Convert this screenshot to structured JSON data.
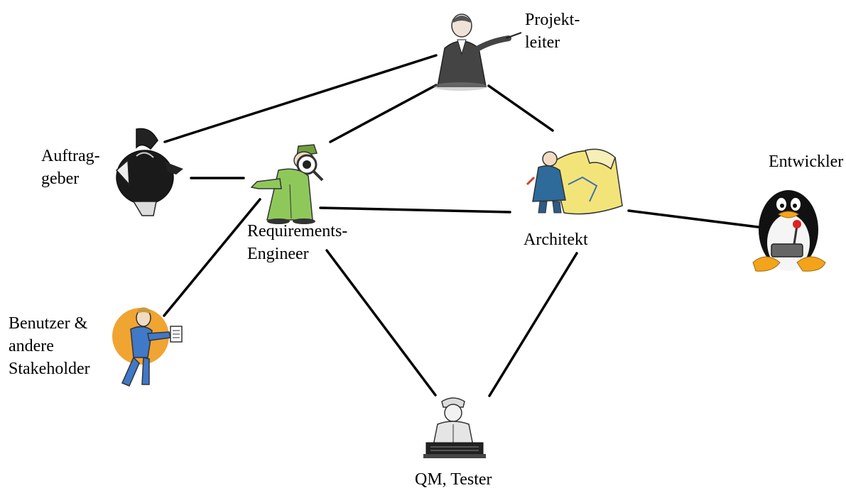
{
  "nodes": {
    "projektleiter": {
      "label_line1": "Projekt-",
      "label_line2": "leiter",
      "icon": "presenter-icon"
    },
    "auftraggeber": {
      "label_line1": "Auftrag-",
      "label_line2": "geber",
      "icon": "client-icon"
    },
    "requirements_engineer": {
      "label_line1": "Requirements-",
      "label_line2": "Engineer",
      "icon": "detective-magnifier-icon"
    },
    "architekt": {
      "label": "Architekt",
      "icon": "architect-blueprint-icon"
    },
    "entwickler": {
      "label": "Entwickler",
      "icon": "penguin-joystick-icon"
    },
    "benutzer": {
      "label_line1": "Benutzer &",
      "label_line2": "andere",
      "label_line3": "Stakeholder",
      "icon": "user-presenting-icon"
    },
    "qm_tester": {
      "label": "QM, Tester",
      "icon": "tester-console-icon"
    }
  },
  "connections": [
    [
      "projektleiter",
      "auftraggeber"
    ],
    [
      "projektleiter",
      "requirements_engineer"
    ],
    [
      "projektleiter",
      "architekt"
    ],
    [
      "auftraggeber",
      "requirements_engineer"
    ],
    [
      "requirements_engineer",
      "architekt"
    ],
    [
      "architekt",
      "entwickler"
    ],
    [
      "requirements_engineer",
      "benutzer"
    ],
    [
      "requirements_engineer",
      "qm_tester"
    ],
    [
      "architekt",
      "qm_tester"
    ]
  ],
  "colors": {
    "line": "#000000",
    "engineer_green": "#8fc85a",
    "architect_yellow": "#f3e47a",
    "user_blue": "#3f79c8",
    "user_orange": "#f0a431",
    "penguin_orange": "#f3a41b"
  }
}
